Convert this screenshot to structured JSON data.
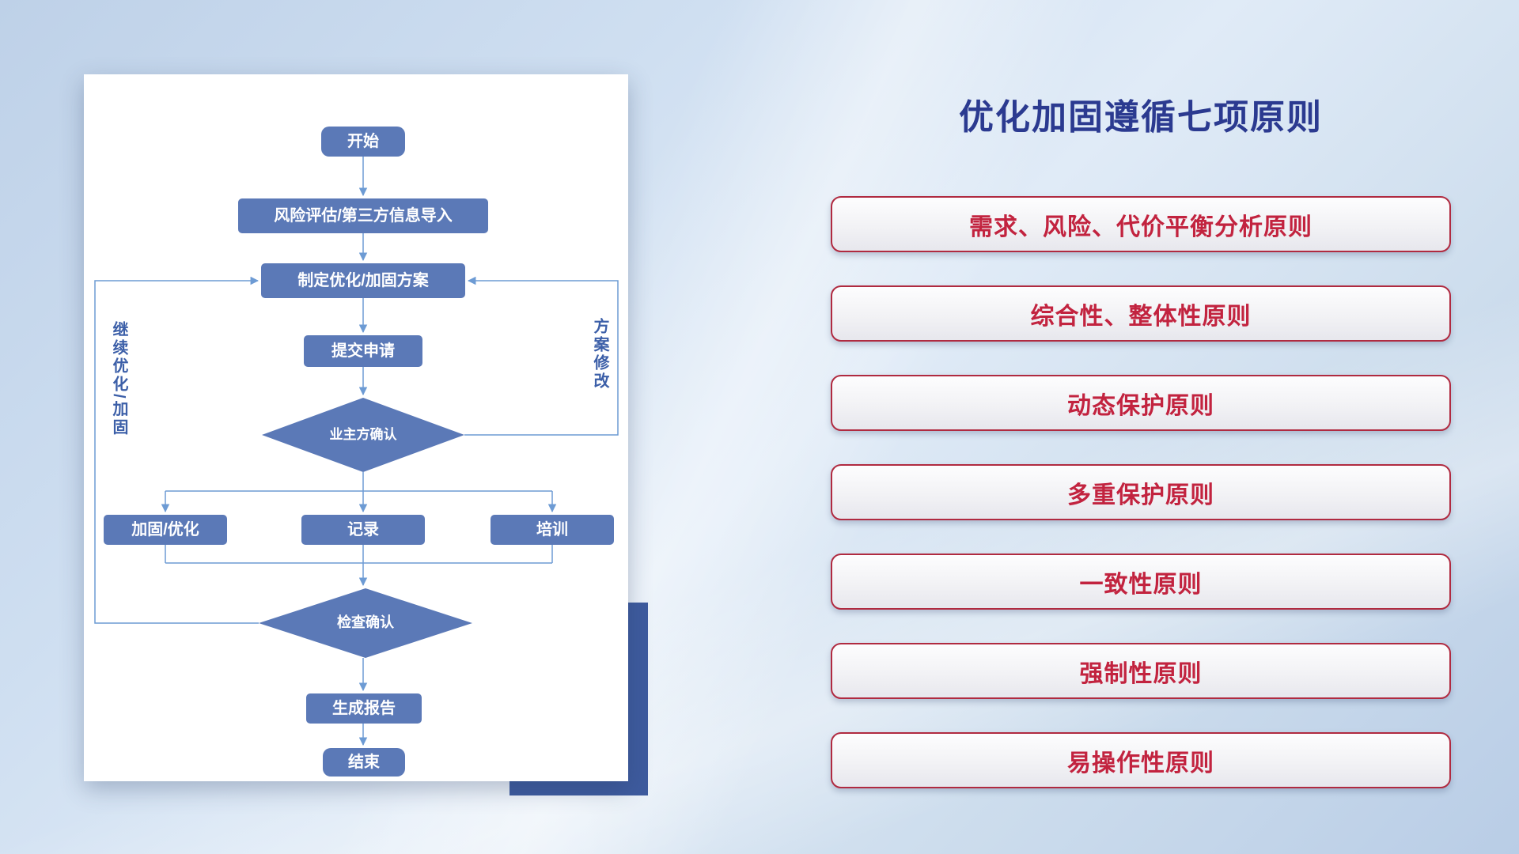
{
  "slide": {
    "title": "优化加固遵循七项原则"
  },
  "flowchart": {
    "nodes": {
      "start": "开始",
      "risk_import": "风险评估/第三方信息导入",
      "make_plan": "制定优化/加固方案",
      "submit": "提交申请",
      "owner_confirm": "业主方确认",
      "harden": "加固/优化",
      "record": "记录",
      "train": "培训",
      "check_confirm": "检查确认",
      "report": "生成报告",
      "end": "结束"
    },
    "loop_labels": {
      "continue_optimize": "继续优化/加固",
      "plan_revise": "方案修改"
    },
    "colors": {
      "node_fill": "#5b79b7",
      "connector": "#6d9bd4"
    }
  },
  "principles": [
    "需求、风险、代价平衡分析原则",
    "综合性、整体性原则",
    "动态保护原则",
    "多重保护原则",
    "一致性原则",
    "强制性原则",
    "易操作性原则"
  ],
  "theme": {
    "background_base": "#cfdff1",
    "title_color": "#2b3a90",
    "principle_text_color": "#c2233f",
    "principle_border_color": "#b02a40",
    "accent_block_color": "#3e5b9e"
  }
}
